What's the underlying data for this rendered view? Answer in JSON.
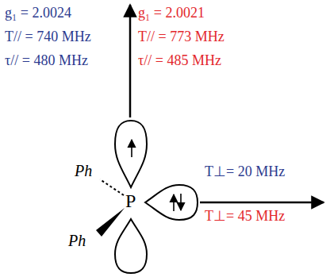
{
  "diagram": {
    "labels": [
      "g₁ = 2.0024",
      "T// = 740 MHz",
      "τ// = 480 MHz",
      "g₁ = 2.0021",
      "T// = 773 MHz",
      "τ// = 485 MHz",
      "T⊥= 20 MHz",
      "T⊥= 45 MHz",
      "Ph",
      "Ph",
      "P"
    ]
  }
}
